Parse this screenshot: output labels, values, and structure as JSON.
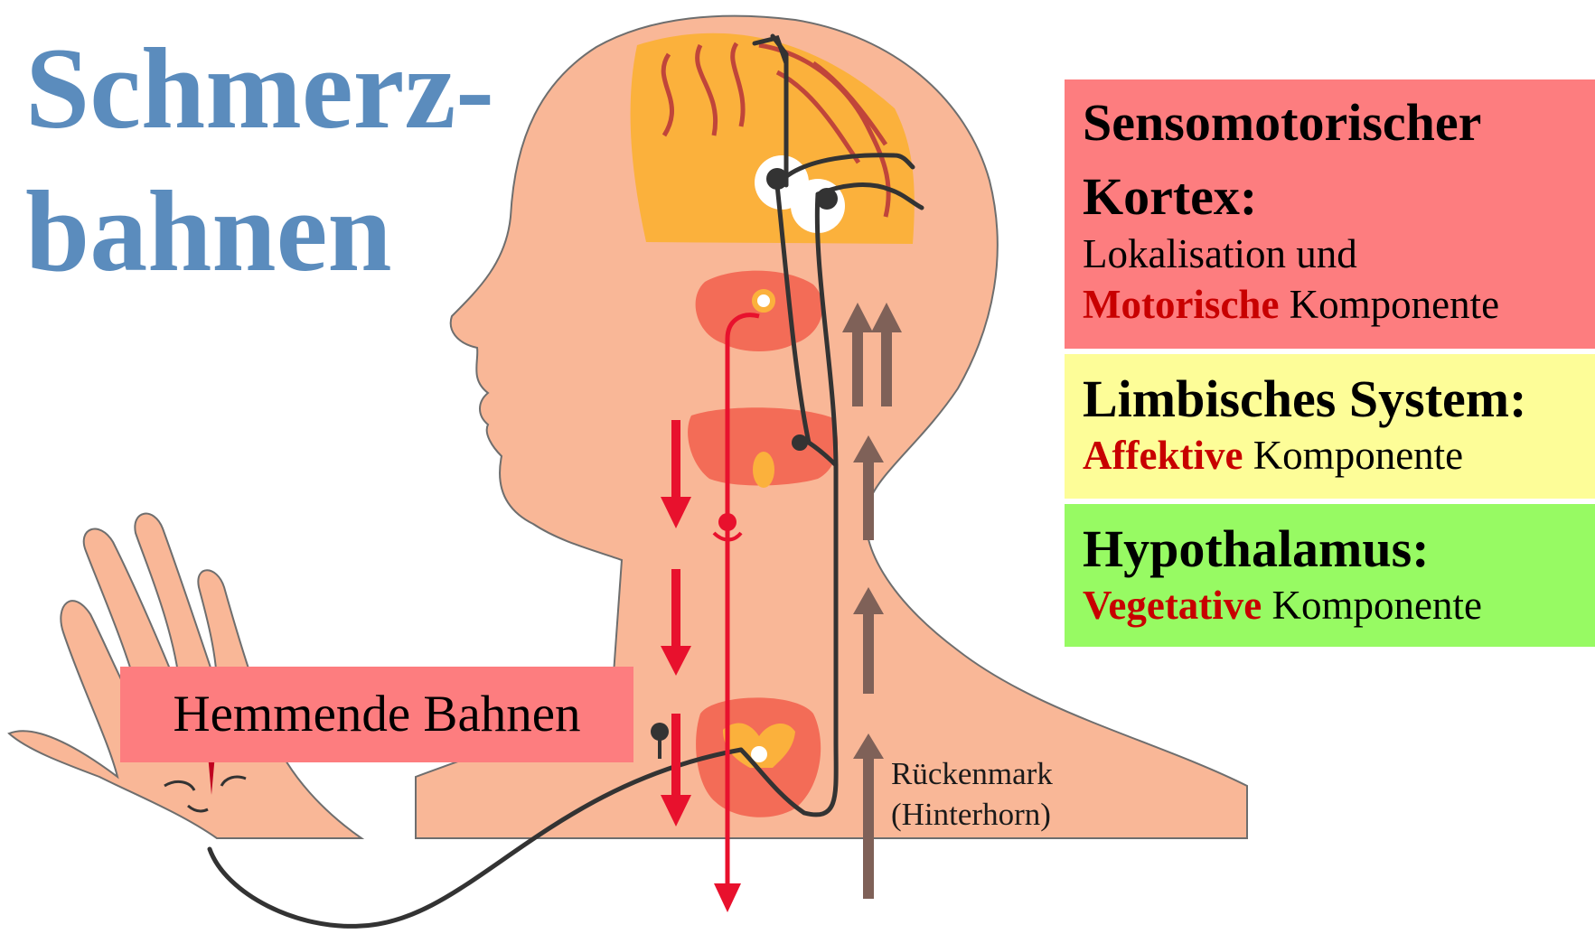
{
  "title": {
    "line1": "Schmerz-",
    "line2": "bahnen"
  },
  "boxes": {
    "cortex": {
      "heading_line1": "Sensomotorischer",
      "heading_line2": "Kortex:",
      "text_line1": "Lokalisation und",
      "highlight": "Motorische",
      "text_line2_rest": " Komponente",
      "color": "#fd7d7f"
    },
    "limbic": {
      "heading": "Limbisches System:",
      "highlight": "Affektive",
      "text_rest": " Komponente",
      "color": "#fdfd98"
    },
    "hypothalamus": {
      "heading": "Hypothalamus:",
      "highlight": "Vegetative",
      "text_rest": " Komponente",
      "color": "#97fa63"
    }
  },
  "inhibitory_label": "Hemmende Bahnen",
  "spinal_cord_label": {
    "line1": "Rückenmark",
    "line2": "(Hinterhorn)"
  },
  "colors": {
    "title": "#5b8cbd",
    "skin": "#f9b797",
    "brain": "#fbb13c",
    "spinal_section": "#f36c57",
    "inhibitory_arrow": "#e8112d",
    "ascending_arrow": "#7f6158",
    "nerve": "#333333",
    "highlight_text": "#c80000"
  }
}
